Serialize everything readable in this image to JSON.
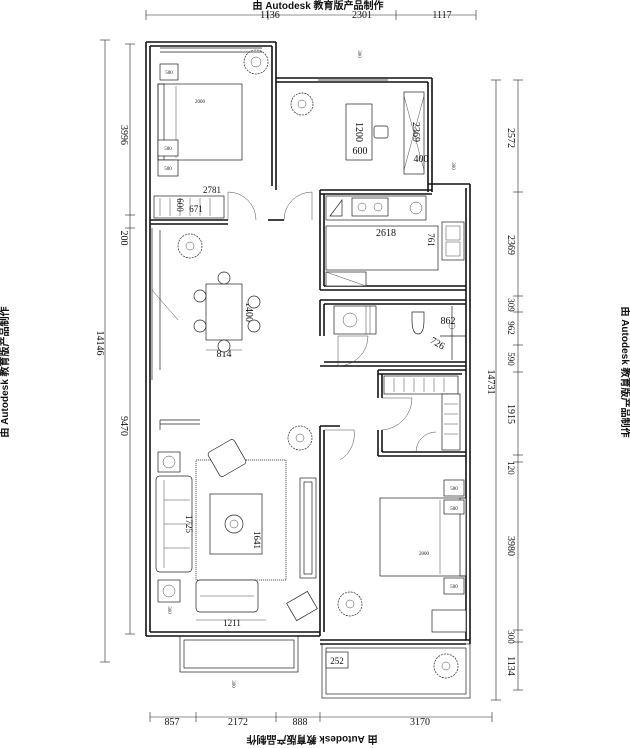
{
  "watermark": {
    "top": "由 Autodesk 教育版产品制作",
    "bottom": "由 Autodesk 教育版产品制作",
    "left": "由 Autodesk 教育版产品制作",
    "right": "由 Autodesk 教育版产品制作"
  },
  "dimensions": {
    "top": [
      "1136",
      "2301",
      "1117"
    ],
    "bottom": [
      "857",
      "2172",
      "888",
      "3170"
    ],
    "left": [
      "3996",
      "200",
      "14146",
      "9470"
    ],
    "right": [
      "2572",
      "2369",
      "309",
      "962",
      "590",
      "1915",
      "120",
      "3980",
      "300",
      "1134",
      "14731"
    ]
  },
  "labels": {
    "bed1_length": "2000",
    "bed1_nightstand_a": "500",
    "bed1_nightstand_b": "500",
    "bed1_nightstand_c": "500",
    "wardrobe1_width": "2781",
    "wardrobe1_depth": "600",
    "wardrobe1_length": "671",
    "desk_length": "1200",
    "desk_depth": "600",
    "shelf_length": "2369",
    "shelf_depth": "400",
    "kitchen_counter": "2618",
    "kitchen_depth": "761",
    "dining_table_length": "1400",
    "dining_table_width": "814",
    "bath_fixture_a": "862",
    "bath_fixture_b": "726",
    "sofa_length": "1725",
    "tv_unit_width": "1211",
    "rug_size": "1641",
    "bed2_length": "2000",
    "bed2_nightstand_a": "500",
    "bed2_nightstand_b": "500",
    "bed2_nightstand_c": "500",
    "balcony_item": "252",
    "tiny_300_a": "300",
    "tiny_300_b": "300",
    "tiny_300_c": "300",
    "tiny_300_d": "300"
  }
}
